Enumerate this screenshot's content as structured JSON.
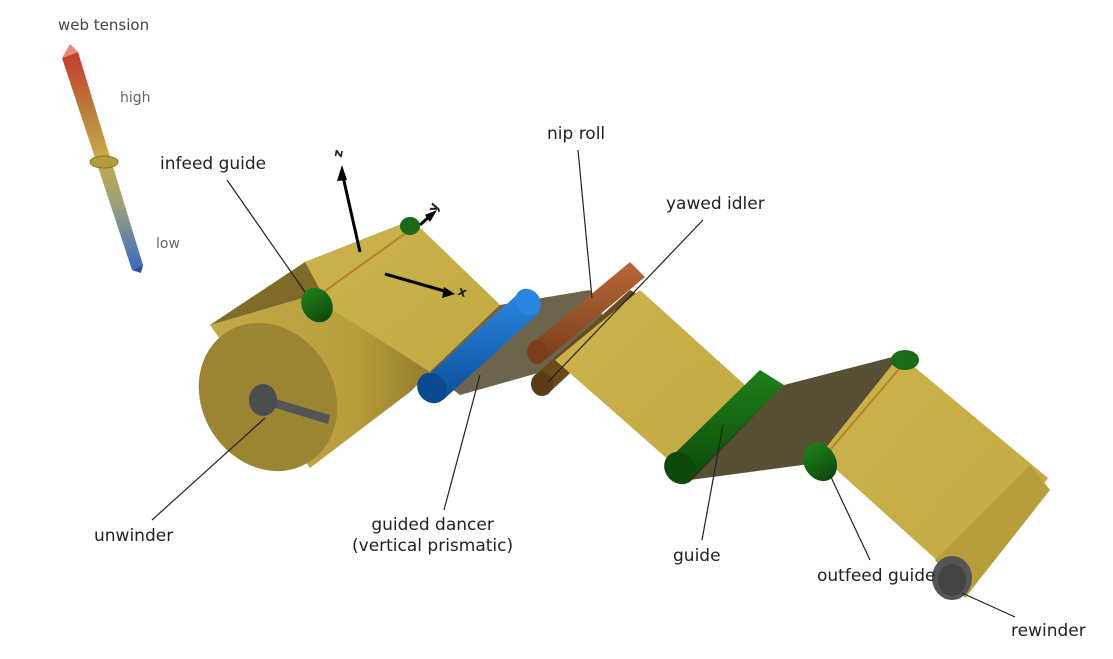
{
  "legend": {
    "title": "web tension",
    "high": "high",
    "low": "low",
    "colors": {
      "high": "#c0392b",
      "mid": "#c9a94a",
      "low": "#3b6bc2"
    }
  },
  "axes": {
    "z": "z",
    "y": "y",
    "x": "x"
  },
  "labels": {
    "infeed_guide": "infeed guide",
    "nip_roll": "nip roll",
    "yawed_idler": "yawed idler",
    "unwinder": "unwinder",
    "guided_dancer_line1": "guided dancer",
    "guided_dancer_line2": "(vertical prismatic)",
    "guide": "guide",
    "outfeed_guide": "outfeed guide",
    "rewinder": "rewinder"
  },
  "colors": {
    "web": "#c8ae48",
    "web_dark": "#9c8532",
    "web_shadow": "#3c3012",
    "guide_roller": "#1b6a17",
    "dancer": "#1565c0",
    "nip_roll": "#a0582a",
    "core": "#555558"
  }
}
